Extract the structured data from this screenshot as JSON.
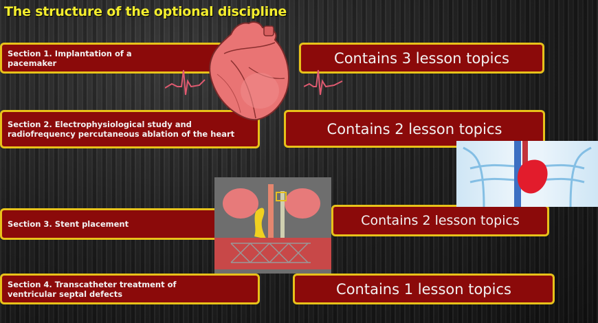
{
  "slide": {
    "title": "The structure of the optional discipline",
    "colors": {
      "title": "#f4ee2e",
      "box_fill": "#8b0a0a",
      "box_border": "#e8c21a",
      "box_text": "#f2f2f2"
    },
    "sections": [
      {
        "label": "Section 1. Implantation of a pacemaker",
        "topics": "Contains 3 lesson topics"
      },
      {
        "label": "Section 2. Electrophysiological study and radiofrequency percutaneous ablation of the heart",
        "topics": "Contains 2 lesson topics"
      },
      {
        "label": "Section 3. Stent placement",
        "topics": "Contains 2 lesson topics"
      },
      {
        "label": "Section 4. Transcatheter treatment of ventricular septal defects",
        "topics": "Contains 1 lesson topics"
      }
    ],
    "images": {
      "heart": "anatomical-heart-illustration",
      "chest": "chest-heart-xray-illustration",
      "stent": "renal-artery-stent-illustration"
    }
  }
}
